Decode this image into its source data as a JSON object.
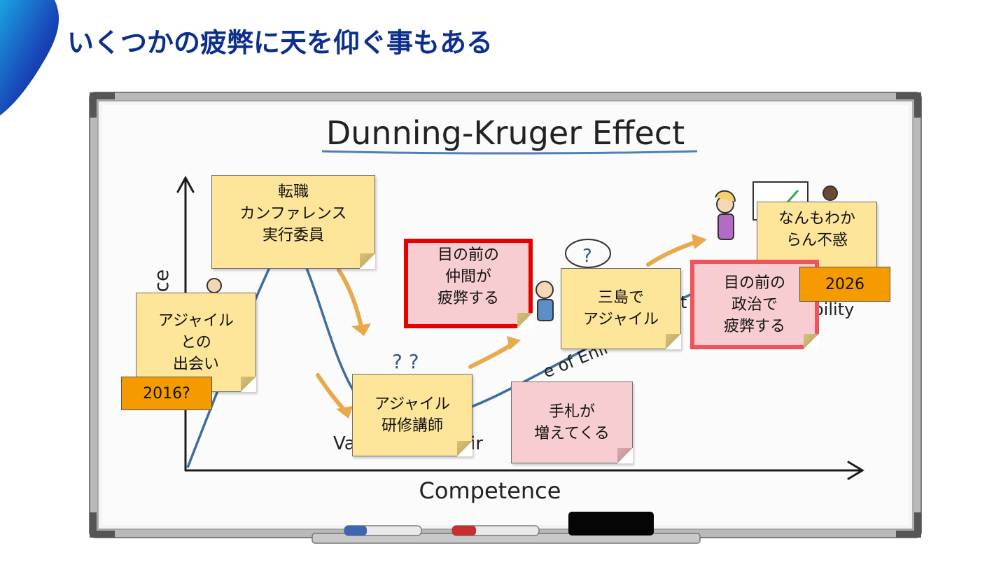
{
  "slide": {
    "title": "いくつかの疲弊に天を仰ぐ事もある"
  },
  "whiteboard": {
    "heading": "Dunning-Kruger Effect",
    "x_axis_label": "Competence",
    "y_axis_label_fragment": "nce",
    "valley_label_left": "Va",
    "valley_label_right": "ir",
    "slope_label_fragment": "e of Enli",
    "slope_label_fragment2": "t",
    "plateau_label_fragment": "oility"
  },
  "notes": [
    {
      "id": "agile-encounter",
      "text": "アジャイル\nとの\n出会い",
      "color": "yellow"
    },
    {
      "id": "career-change",
      "text": "転職\nカンファレンス\n実行委員",
      "color": "yellow"
    },
    {
      "id": "colleagues-exhausted",
      "text": "目の前の\n仲間が\n疲弊する",
      "color": "alert-red"
    },
    {
      "id": "agile-trainer",
      "text": "アジャイル\n研修講師",
      "color": "yellow"
    },
    {
      "id": "more-cards",
      "text": "手札が\n増えてくる",
      "color": "pink"
    },
    {
      "id": "mishima-agile",
      "text": "三島で\nアジャイル",
      "color": "yellow"
    },
    {
      "id": "politics-exhausted",
      "text": "目の前の\n政治で\n疲弊する",
      "color": "alert-salmon"
    },
    {
      "id": "no-idea-fuwaku",
      "text": "なんもわか\nらん不惑",
      "color": "yellow"
    }
  ],
  "year_tags": {
    "start": "2016?",
    "end": "2026"
  },
  "colors": {
    "title": "#0d2f8c",
    "note_yellow": "#fde59a",
    "note_pink": "#f7cdd1",
    "alert_border": "#e60000",
    "alert_border_soft": "#f0545b",
    "year_tag": "#f59b00",
    "curve": "#3d6d9e",
    "arrow": "#e8a94a"
  }
}
